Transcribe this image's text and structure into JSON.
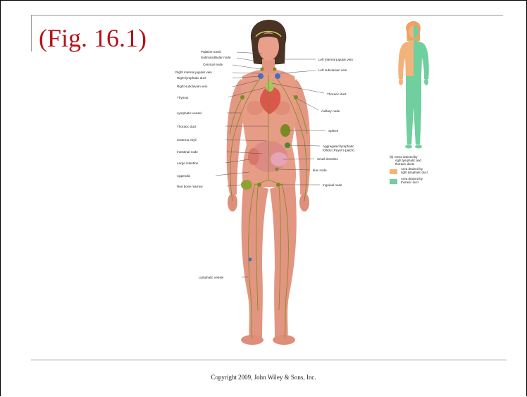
{
  "slide": {
    "title": "(Fig. 16.1)",
    "footer": "Copyright 2009, John Wiley & Sons, Inc."
  },
  "figure": {
    "left_labels": [
      "Palatine tonsil",
      "Submandibular node",
      "Cervical node",
      "Right internal jugular vein",
      "Right lymphatic duct",
      "Right subclavian vein",
      "Thymus",
      "Lymphatic vessel",
      "Thoracic duct",
      "Cisterna chyli",
      "Intestinal node",
      "Large intestine",
      "Appendix",
      "Red bone marrow",
      "Lymphatic vessel"
    ],
    "right_labels": [
      "Left internal jugular vein",
      "Left subclavian vein",
      "Thoracic duct",
      "Axillary node",
      "Spleen",
      "Aggregated lymphatic follicle (Peyer's patch)",
      "Small intestine",
      "Iliac node",
      "Inguinal node"
    ],
    "inset": {
      "caption": "(b) Areas drained by right lymphatic and thoracic ducts",
      "legend": [
        {
          "label": "Area drained by right lymphatic duct",
          "color": "#f2b27a"
        },
        {
          "label": "Area drained by thoracic duct",
          "color": "#6fcf9e"
        }
      ]
    },
    "colors": {
      "skin": "#e79c85",
      "skin_shade": "#cf7a66",
      "lymph": "#7a8a22",
      "heart": "#d9574b",
      "node_blue": "#3f6fc9",
      "hair": "#4a3224"
    }
  }
}
